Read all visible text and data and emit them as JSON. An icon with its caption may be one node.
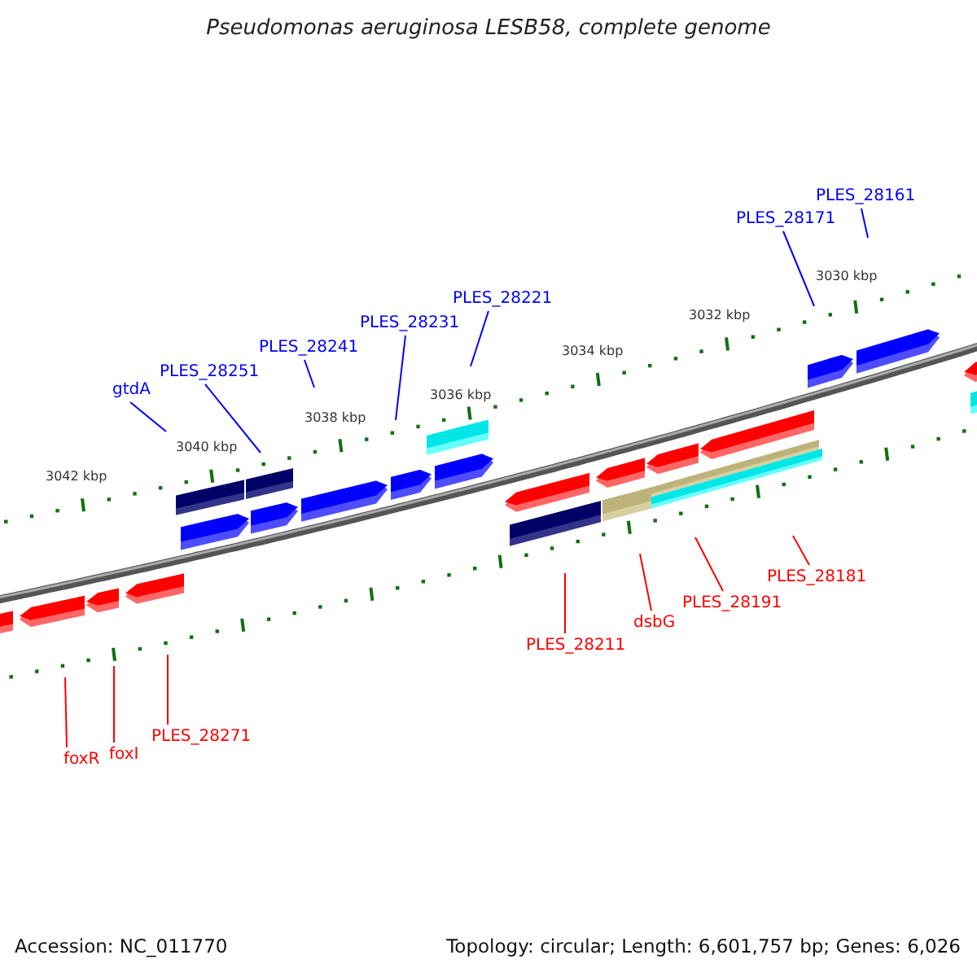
{
  "diagram": {
    "title": "Pseudomonas aeruginosa LESB58, complete genome",
    "nodes": [
      {
        "text": [
          "PLES_28161"
        ]
      },
      {
        "text": [
          "PLES_28171"
        ]
      },
      {
        "text": [
          "PLES_28221"
        ]
      },
      {
        "text": [
          "PLES_28231"
        ]
      },
      {
        "text": [
          "PLES_28241"
        ]
      },
      {
        "text": [
          "PLES_28251"
        ]
      },
      {
        "text": [
          "gtdA"
        ]
      },
      {
        "text": [
          "PLES_28181"
        ]
      },
      {
        "text": [
          "PLES_28191"
        ]
      },
      {
        "text": [
          "dsbG"
        ]
      },
      {
        "text": [
          "PLES_28211"
        ]
      },
      {
        "text": [
          "PLES_28271"
        ]
      },
      {
        "text": [
          "foxI"
        ]
      },
      {
        "text": [
          "foxR"
        ]
      }
    ],
    "edges": [
      {
        "from": 0,
        "to": null,
        "arrow": "none"
      },
      {
        "from": 1,
        "to": null,
        "arrow": "none"
      },
      {
        "from": 2,
        "to": null,
        "arrow": "none"
      },
      {
        "from": 3,
        "to": null,
        "arrow": "none"
      },
      {
        "from": 4,
        "to": null,
        "arrow": "none"
      },
      {
        "from": 5,
        "to": null,
        "arrow": "none"
      },
      {
        "from": 6,
        "to": null,
        "arrow": "none"
      },
      {
        "from": 7,
        "to": null,
        "arrow": "none",
        "color": "#ff0000"
      },
      {
        "from": 8,
        "to": null,
        "arrow": "none",
        "color": "#ff0000"
      },
      {
        "from": 9,
        "to": null,
        "arrow": "none",
        "color": "#ff0000"
      },
      {
        "from": 10,
        "to": null,
        "arrow": "none",
        "color": "#ff0000"
      },
      {
        "from": 11,
        "to": null,
        "arrow": "none",
        "color": "#ff0000"
      },
      {
        "from": 12,
        "to": null,
        "arrow": "none",
        "color": "#ff0000"
      },
      {
        "from": 13,
        "to": null,
        "arrow": "none",
        "color": "#ff0000"
      }
    ],
    "labels": [
      "3030 kbp",
      "3032 kbp",
      "3034 kbp",
      "3036 kbp",
      "3038 kbp",
      "3040 kbp",
      "3042 kbp",
      "Accession: NC_011770",
      "Topology: circular; Length: 6,601,757 bp; Genes: 6,026"
    ]
  }
}
